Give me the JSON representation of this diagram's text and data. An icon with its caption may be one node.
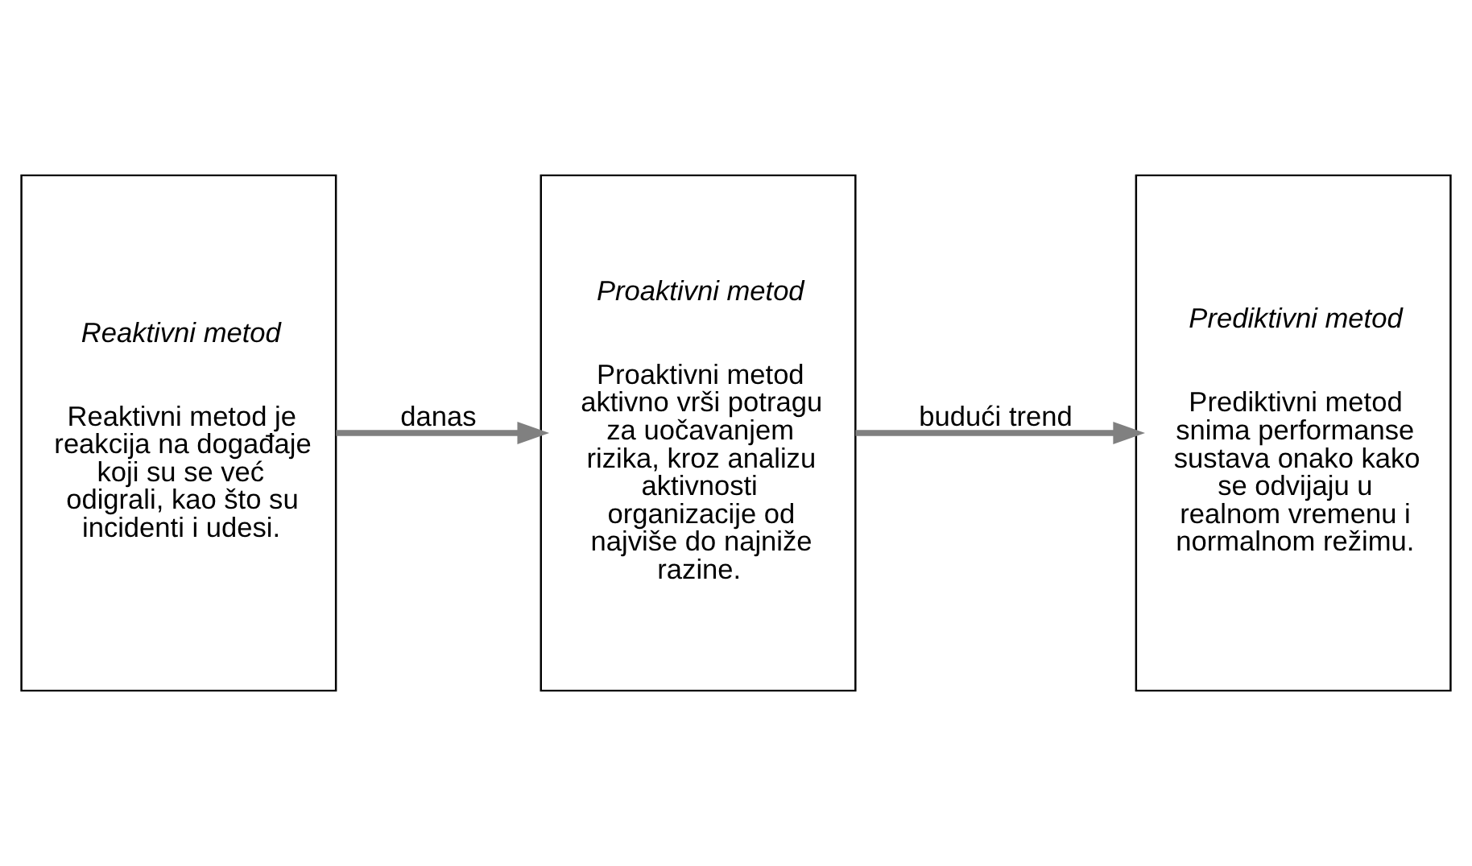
{
  "diagram": {
    "nodes": [
      {
        "text": [
          "Reaktivni metod",
          "Reaktivni metod je reakcija na događaje koji su se već odigrali, kao što su incidenti i udesi."
        ]
      },
      {
        "text": [
          "Proaktivni metod",
          "Proaktivni metod aktivno vrši potragu za uočavanjem rizika, kroz analizu aktivnosti organizacije od najviše do najniže razine."
        ]
      },
      {
        "text": [
          "Prediktivni metod",
          "Prediktivni metod snima performanse sustava onako kako se odvijaju u realnom vremenu i normalnom režimu."
        ]
      }
    ],
    "edges": [
      {
        "from": 0,
        "to": 1,
        "arrow": "to",
        "label": "danas"
      },
      {
        "from": 1,
        "to": 2,
        "arrow": "to",
        "label": "budući trend"
      }
    ]
  }
}
